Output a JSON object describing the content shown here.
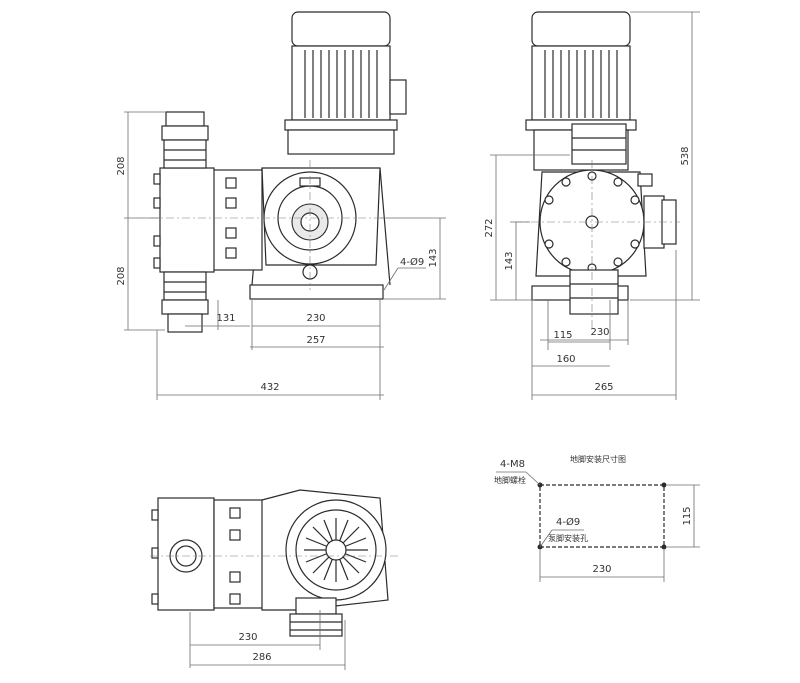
{
  "front_view": {
    "dims": {
      "upper_head_height": "208",
      "lower_head_height": "208",
      "head_to_base": "131",
      "base_hole_spacing": "230",
      "base_width": "257",
      "overall_width": "432",
      "shaft_height": "143"
    },
    "mounting_holes_label": "4-Ø9"
  },
  "side_view": {
    "dims": {
      "overall_height": "538",
      "shaft_center_height": "272",
      "outlet_height": "143",
      "hole_spacing": "115",
      "width_160": "160",
      "width_230": "230",
      "overall_depth": "265"
    }
  },
  "top_view": {
    "dims": {
      "base_length": "230",
      "overall_length": "286"
    }
  },
  "foundation": {
    "title": "地脚安装尺寸图",
    "bolt_label": "4-M8",
    "bolt_sub": "地脚螺栓",
    "hole_label": "4-Ø9",
    "hole_sub": "泵脚安装孔",
    "width": "230",
    "depth": "115"
  }
}
